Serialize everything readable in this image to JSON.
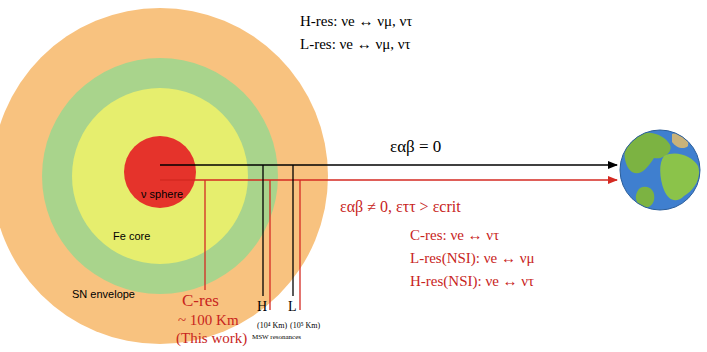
{
  "diagram": {
    "nodes": [
      {
        "text": [
          "SN envelope"
        ]
      },
      {
        "text": [
          "Fe core"
        ],
        "in": 0
      },
      {
        "text": [
          "ν sphere"
        ],
        "in": 1
      }
    ],
    "labels": [
      "H-res: νe ↔ νμ, ντ",
      "L-res: νe ↔ νμ, ντ",
      "εαβ = 0",
      "εαβ ≠ 0, εττ > εcrit",
      "C-res: νe ↔ ντ",
      "L-res(NSI): νe ↔ νμ",
      "H-res(NSI): νe ↔ ντ",
      "C-res",
      "~ 100 Km",
      "(This work)",
      "H",
      "(10⁴ Km)",
      "L",
      "(10⁵ Km)",
      "MSW resonances"
    ]
  }
}
